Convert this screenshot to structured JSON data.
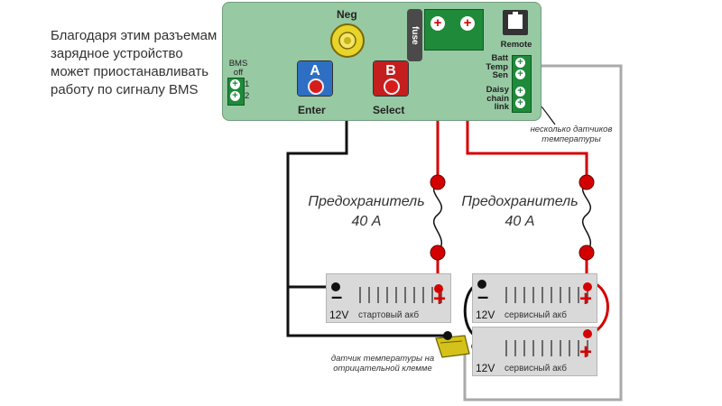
{
  "caption": "Благодаря этим разъемам зарядное устройство может приостанавливать работу по сигналу BMS",
  "charger": {
    "neg_label": "Neg",
    "fuse_label": "fuse",
    "remote_label": "Remote",
    "bms_label": "BMS off",
    "bms_pin1": "1",
    "bms_pin2": "2",
    "button_a": {
      "letter": "A",
      "label": "Enter",
      "color": "#2e6fc4"
    },
    "button_b": {
      "letter": "B",
      "label": "Select",
      "color": "#c41e1e"
    },
    "batt_temp_label": "Batt Temp Sen",
    "daisy_chain_label": "Daisy chain link",
    "terminal_plus": "+"
  },
  "notes": {
    "sensors_note": "несколько датчиков температуры",
    "temp_sensor_note": "датчик температуры на отрицательной клемме"
  },
  "fuses": [
    {
      "name": "Предохранитель",
      "rating": "40 А"
    },
    {
      "name": "Предохранитель",
      "rating": "40 А"
    }
  ],
  "batteries": [
    {
      "voltage": "12V",
      "name": "стартовый акб"
    },
    {
      "voltage": "12V",
      "name": "сервисный акб"
    },
    {
      "voltage": "12V",
      "name": "сервисный акб"
    }
  ],
  "signs": {
    "minus": "–",
    "plus": "+"
  },
  "colors": {
    "panel": "#97c9a3",
    "wire_red": "#d40000",
    "wire_black": "#111111",
    "wire_gray": "#aaaaaa"
  }
}
